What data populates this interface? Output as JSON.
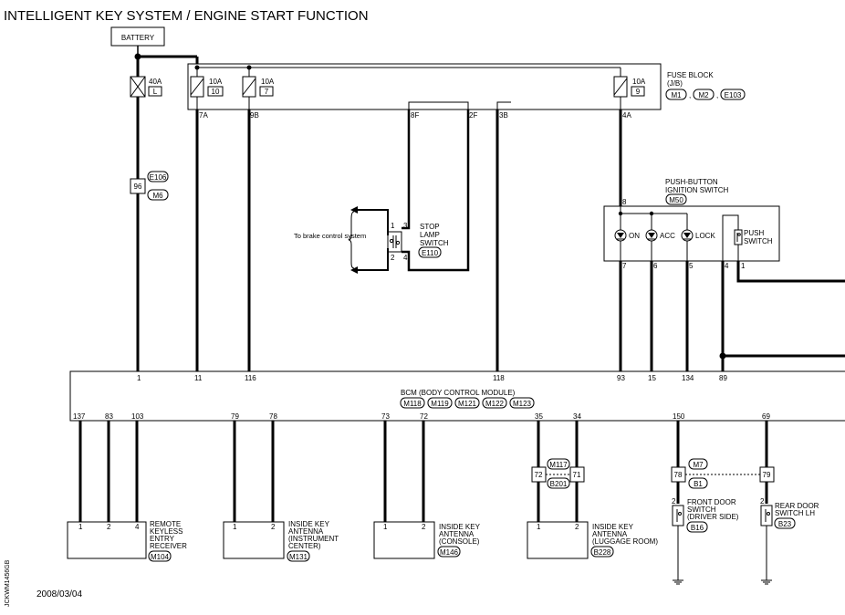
{
  "title": "INTELLIGENT KEY SYSTEM / ENGINE START FUNCTION",
  "battery": "BATTERY",
  "date": "2008/03/04",
  "side_code": "JCKWM1456GB",
  "fuse_block": {
    "name": "FUSE BLOCK",
    "sub": "(J/B)",
    "connectors": [
      "M1",
      "M2",
      "E103"
    ]
  },
  "fuses": {
    "main": {
      "amp": "40A",
      "num": "L"
    },
    "f10": {
      "amp": "10A",
      "num": "10"
    },
    "f7": {
      "amp": "10A",
      "num": "7"
    },
    "f9": {
      "amp": "10A",
      "num": "9"
    }
  },
  "fuse_pins": [
    "7A",
    "9B",
    "8F",
    "2F",
    "3B",
    "4A"
  ],
  "inline_conn": {
    "pin": "96",
    "c1": "E106",
    "c2": "M6"
  },
  "stop_lamp": {
    "label1": "STOP",
    "label2": "LAMP",
    "label3": "SWITCH",
    "conn": "E110",
    "pins": [
      "1",
      "3",
      "2",
      "4"
    ]
  },
  "brake_note": "To brake control system",
  "ign_switch": {
    "label1": "PUSH-BUTTON",
    "label2": "IGNITION SWITCH",
    "conn": "M50",
    "top_pin": "8",
    "leds": [
      "ON",
      "ACC",
      "LOCK"
    ],
    "push1": "PUSH",
    "push2": "SWITCH",
    "bottom_pins": [
      "7",
      "6",
      "5",
      "4",
      "1"
    ]
  },
  "bcm": {
    "label": "BCM (BODY CONTROL MODULE)",
    "connectors": [
      "M118",
      "M119",
      "M121",
      "M122",
      "M123"
    ],
    "top_pins": [
      "1",
      "11",
      "116",
      "118",
      "93",
      "15",
      "134",
      "89"
    ],
    "bottom_pins": [
      "137",
      "83",
      "103",
      "79",
      "78",
      "73",
      "72",
      "35",
      "34",
      "150",
      "69"
    ]
  },
  "devices": [
    {
      "l1": "REMOTE",
      "l2": "KEYLESS",
      "l3": "ENTRY",
      "l4": "RECEIVER",
      "conn": "M104",
      "pins": [
        "1",
        "2",
        "4"
      ]
    },
    {
      "l1": "INSIDE KEY",
      "l2": "ANTENNA",
      "l3": "(INSTRUMENT",
      "l4": "CENTER)",
      "conn": "M131",
      "pins": [
        "1",
        "2"
      ]
    },
    {
      "l1": "INSIDE KEY",
      "l2": "ANTENNA",
      "l3": "(CONSOLE)",
      "conn": "M146",
      "pins": [
        "1",
        "2"
      ]
    },
    {
      "l1": "INSIDE KEY",
      "l2": "ANTENNA",
      "l3": "(LUGGAGE ROOM)",
      "conn": "B228",
      "pins": [
        "1",
        "2"
      ]
    }
  ],
  "luggage_inline": {
    "p1": "72",
    "p2": "71",
    "c1": "M117",
    "c2": "B201"
  },
  "door_inline": {
    "p1": "78",
    "p2": "79",
    "c1": "M7",
    "c2": "B1"
  },
  "front_door": {
    "l1": "FRONT DOOR",
    "l2": "SWITCH",
    "l3": "(DRIVER SIDE)",
    "conn": "B16",
    "pin": "2"
  },
  "rear_door": {
    "l1": "REAR DOOR",
    "l2": "SWITCH LH",
    "conn": "B23",
    "pin": "2"
  }
}
